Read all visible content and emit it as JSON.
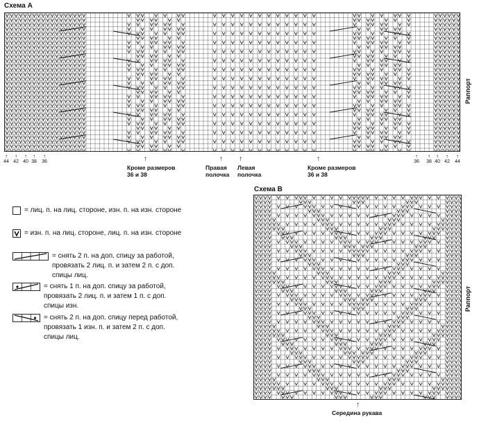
{
  "schemeA": {
    "title": "Схема А",
    "rapport": "Раппорт"
  },
  "schemeB": {
    "title": "Схема В",
    "rapport": "Раппорт",
    "bottom_label": "Середина рукава"
  },
  "sizes_left": [
    "44",
    "42",
    "40",
    "38",
    "36"
  ],
  "sizes_right": [
    "36",
    "38",
    "40",
    "42",
    "44"
  ],
  "annotations": {
    "except_left_1": "Кроме размеров",
    "except_left_2": "36 и 38",
    "right_front_1": "Правая",
    "right_front_2": "полочка",
    "left_front_1": "Левая",
    "left_front_2": "полочка",
    "except_right_1": "Кроме размеров",
    "except_right_2": "36 и 38"
  },
  "legend": [
    {
      "symbol": "empty-square",
      "text": "= лиц. п. на лиц. стороне, изн. п. на изн. стороне"
    },
    {
      "symbol": "v-square",
      "text": "= изн. п. на лиц. стороне, лиц. п. на изн. стороне"
    },
    {
      "symbol": "cable-2-2-back",
      "text": "= снять 2 п. на доп. спицу за работой, провязать 2 лиц. п. и затем 2 п. с доп. спицы лиц."
    },
    {
      "symbol": "cable-1-2-back-dot",
      "text": "= снять 1 п. на доп. спицу за работой, провязать 2 лиц. п. и затем 1 п. с доп. спицы изн."
    },
    {
      "symbol": "cable-2-1-front-dot",
      "text": "= снять 2 п. на доп. спицу перед работой, провязать 1 изн. п. и затем 2 п. с доп. спицы лиц."
    }
  ]
}
